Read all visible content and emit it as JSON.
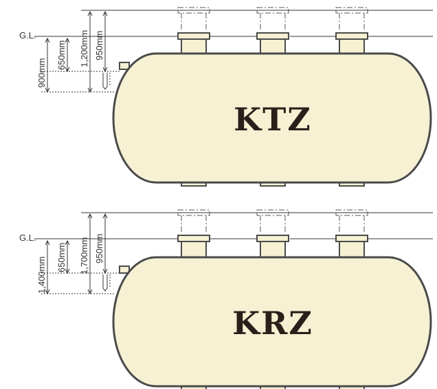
{
  "tanks": [
    {
      "name": "KTZ",
      "gl_label": "G.L.",
      "dims": {
        "a": "900mm",
        "b": "650mm",
        "c": "1,200mm",
        "d": "950mm"
      }
    },
    {
      "name": "KRZ",
      "gl_label": "G.L.",
      "dims": {
        "a": "1,400mm",
        "b": "650mm",
        "c": "1,700mm",
        "d": "950mm"
      }
    }
  ]
}
